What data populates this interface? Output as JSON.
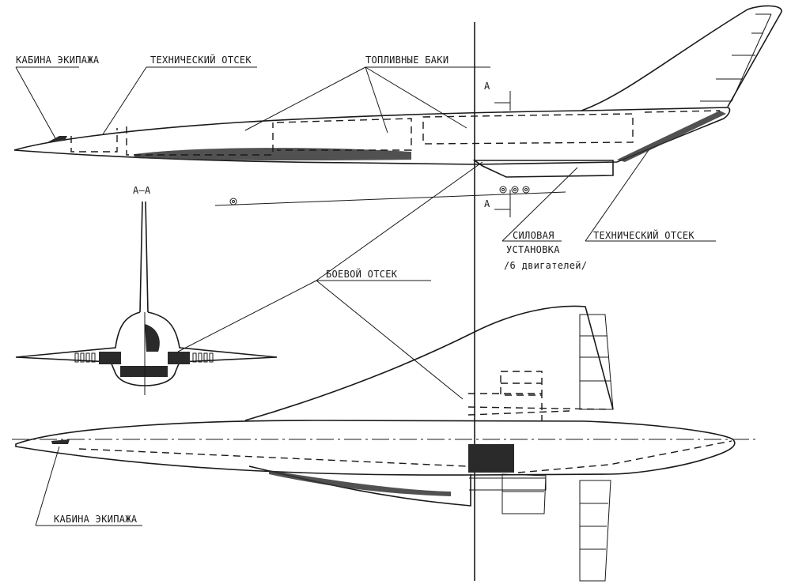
{
  "diagram": {
    "title_section": "А–А",
    "labels": {
      "crew_cabin_top": "КАБИНА ЭКИПАЖА",
      "technical_bay_front": "ТЕХНИЧЕСКИЙ ОТСЕК",
      "fuel_tanks": "ТОПЛИВНЫЕ БАКИ",
      "section_mark_top": "А",
      "section_mark_bottom": "А",
      "power_plant_line1": "СИЛОВАЯ",
      "power_plant_line2": "УСТАНОВКА",
      "power_plant_line3": "/6 двигателей/",
      "technical_bay_rear": "ТЕХНИЧЕСКИЙ ОТСЕК",
      "weapons_bay": "БОЕВОЙ ОТСЕК",
      "crew_cabin_bottom": "КАБИНА ЭКИПАЖА"
    },
    "views": [
      "side-view",
      "front-section-view",
      "top-view"
    ],
    "colors": {
      "ink": "#1a1a1a",
      "paper": "#ffffff"
    }
  }
}
